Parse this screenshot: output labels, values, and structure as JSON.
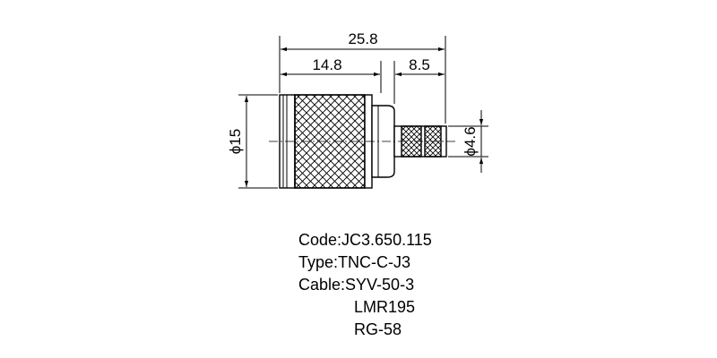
{
  "drawing": {
    "dimensions": {
      "overall_length": "25.8",
      "body_length": "14.8",
      "ferrule_length": "8.5",
      "body_diameter": "ϕ15",
      "ferrule_diameter": "ϕ4.6"
    }
  },
  "specs": {
    "code": "Code:JC3.650.115",
    "type": "Type:TNC-C-J3",
    "cable": "Cable:SYV-50-3",
    "cable_alt_1": "LMR195",
    "cable_alt_2": "RG-58"
  }
}
